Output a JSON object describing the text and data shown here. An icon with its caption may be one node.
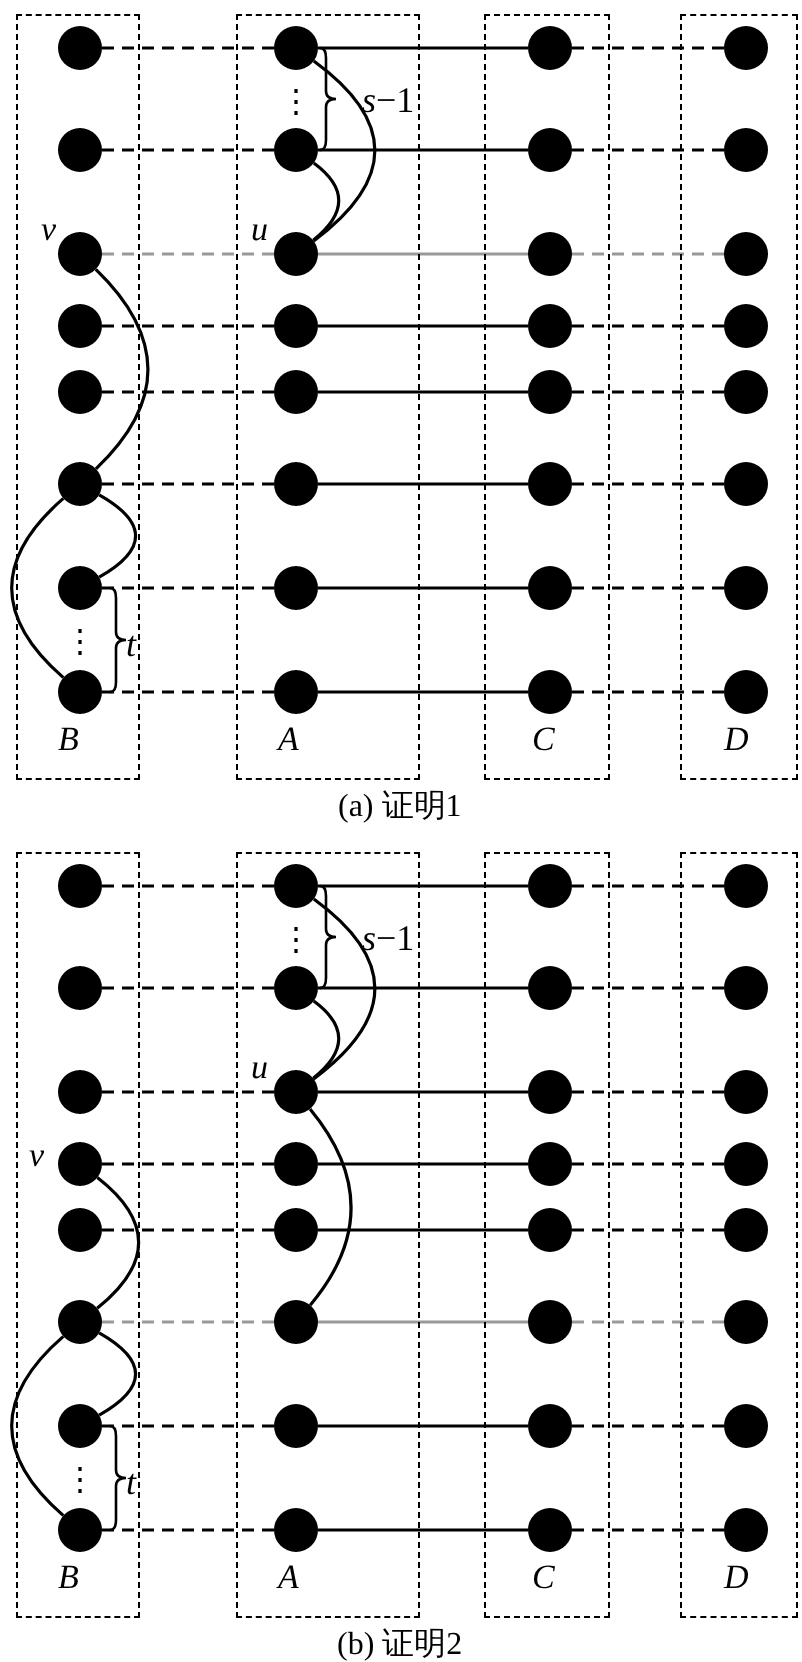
{
  "diagram": {
    "nodes": [
      {
        "text": [
          "B"
        ]
      },
      {
        "text": [],
        "shape": "circle",
        "in": 0
      },
      {
        "text": [],
        "shape": "circle",
        "in": 0
      },
      {
        "text": [],
        "shape": "circle",
        "in": 0,
        "beside": [
          "v"
        ]
      },
      {
        "text": [],
        "shape": "circle",
        "in": 0
      },
      {
        "text": [],
        "shape": "circle",
        "in": 0
      },
      {
        "text": [],
        "shape": "circle",
        "in": 0
      },
      {
        "text": [],
        "shape": "circle",
        "in": 0
      },
      {
        "text": [],
        "shape": "circle",
        "in": 0
      },
      {
        "text": [
          "A"
        ]
      },
      {
        "text": [],
        "shape": "circle",
        "in": 9
      },
      {
        "text": [],
        "shape": "circle",
        "in": 9
      },
      {
        "text": [],
        "shape": "circle",
        "in": 9,
        "beside": [
          "u"
        ]
      },
      {
        "text": [],
        "shape": "circle",
        "in": 9
      },
      {
        "text": [],
        "shape": "circle",
        "in": 9
      },
      {
        "text": [],
        "shape": "circle",
        "in": 9
      },
      {
        "text": [],
        "shape": "circle",
        "in": 9
      },
      {
        "text": [],
        "shape": "circle",
        "in": 9
      },
      {
        "text": [
          "C"
        ]
      },
      {
        "text": [],
        "shape": "circle",
        "in": 18
      },
      {
        "text": [],
        "shape": "circle",
        "in": 18
      },
      {
        "text": [],
        "shape": "circle",
        "in": 18
      },
      {
        "text": [],
        "shape": "circle",
        "in": 18
      },
      {
        "text": [],
        "shape": "circle",
        "in": 18
      },
      {
        "text": [],
        "shape": "circle",
        "in": 18
      },
      {
        "text": [],
        "shape": "circle",
        "in": 18
      },
      {
        "text": [],
        "shape": "circle",
        "in": 18
      },
      {
        "text": [
          "D"
        ]
      },
      {
        "text": [],
        "shape": "circle",
        "in": 27
      },
      {
        "text": [],
        "shape": "circle",
        "in": 27
      },
      {
        "text": [],
        "shape": "circle",
        "in": 27
      },
      {
        "text": [],
        "shape": "circle",
        "in": 27
      },
      {
        "text": [],
        "shape": "circle",
        "in": 27
      },
      {
        "text": [],
        "shape": "circle",
        "in": 27
      },
      {
        "text": [],
        "shape": "circle",
        "in": 27
      },
      {
        "text": [],
        "shape": "circle",
        "in": 27
      },
      {
        "text": [
          "B"
        ]
      },
      {
        "text": [],
        "shape": "circle",
        "in": 36
      },
      {
        "text": [],
        "shape": "circle",
        "in": 36
      },
      {
        "text": [],
        "shape": "circle",
        "in": 36
      },
      {
        "text": [],
        "shape": "circle",
        "in": 36,
        "beside": [
          "v"
        ]
      },
      {
        "text": [],
        "shape": "circle",
        "in": 36
      },
      {
        "text": [],
        "shape": "circle",
        "in": 36
      },
      {
        "text": [],
        "shape": "circle",
        "in": 36
      },
      {
        "text": [],
        "shape": "circle",
        "in": 36
      },
      {
        "text": [
          "A"
        ]
      },
      {
        "text": [],
        "shape": "circle",
        "in": 45
      },
      {
        "text": [],
        "shape": "circle",
        "in": 45
      },
      {
        "text": [],
        "shape": "circle",
        "in": 45,
        "beside": [
          "u"
        ]
      },
      {
        "text": [],
        "shape": "circle",
        "in": 45
      },
      {
        "text": [],
        "shape": "circle",
        "in": 45
      },
      {
        "text": [],
        "shape": "circle",
        "in": 45
      },
      {
        "text": [],
        "shape": "circle",
        "in": 45
      },
      {
        "text": [],
        "shape": "circle",
        "in": 45
      },
      {
        "text": [
          "C"
        ]
      },
      {
        "text": [],
        "shape": "circle",
        "in": 54
      },
      {
        "text": [],
        "shape": "circle",
        "in": 54
      },
      {
        "text": [],
        "shape": "circle",
        "in": 54
      },
      {
        "text": [],
        "shape": "circle",
        "in": 54
      },
      {
        "text": [],
        "shape": "circle",
        "in": 54
      },
      {
        "text": [],
        "shape": "circle",
        "in": 54
      },
      {
        "text": [],
        "shape": "circle",
        "in": 54
      },
      {
        "text": [],
        "shape": "circle",
        "in": 54
      },
      {
        "text": [
          "D"
        ]
      },
      {
        "text": [],
        "shape": "circle",
        "in": 63
      },
      {
        "text": [],
        "shape": "circle",
        "in": 63
      },
      {
        "text": [],
        "shape": "circle",
        "in": 63
      },
      {
        "text": [],
        "shape": "circle",
        "in": 63
      },
      {
        "text": [],
        "shape": "circle",
        "in": 63
      },
      {
        "text": [],
        "shape": "circle",
        "in": 63
      },
      {
        "text": [],
        "shape": "circle",
        "in": 63
      },
      {
        "text": [],
        "shape": "circle",
        "in": 63
      }
    ],
    "edges": [
      {
        "from": 1,
        "to": 10,
        "arrow": "none",
        "style": "dashed"
      },
      {
        "from": 10,
        "to": 19,
        "arrow": "none"
      },
      {
        "from": 19,
        "to": 28,
        "arrow": "none",
        "style": "dashed"
      },
      {
        "from": 2,
        "to": 11,
        "arrow": "none",
        "style": "dashed"
      },
      {
        "from": 11,
        "to": 20,
        "arrow": "none"
      },
      {
        "from": 20,
        "to": 29,
        "arrow": "none",
        "style": "dashed"
      },
      {
        "from": 3,
        "to": 12,
        "arrow": "none",
        "style": "dashed",
        "color": "#999999"
      },
      {
        "from": 12,
        "to": 21,
        "arrow": "none",
        "color": "#999999"
      },
      {
        "from": 21,
        "to": 30,
        "arrow": "none",
        "style": "dashed",
        "color": "#999999"
      },
      {
        "from": 4,
        "to": 13,
        "arrow": "none",
        "style": "dashed"
      },
      {
        "from": 13,
        "to": 22,
        "arrow": "none"
      },
      {
        "from": 22,
        "to": 31,
        "arrow": "none",
        "style": "dashed"
      },
      {
        "from": 5,
        "to": 14,
        "arrow": "none",
        "style": "dashed"
      },
      {
        "from": 14,
        "to": 23,
        "arrow": "none"
      },
      {
        "from": 23,
        "to": 32,
        "arrow": "none",
        "style": "dashed"
      },
      {
        "from": 6,
        "to": 15,
        "arrow": "none",
        "style": "dashed"
      },
      {
        "from": 15,
        "to": 24,
        "arrow": "none"
      },
      {
        "from": 24,
        "to": 33,
        "arrow": "none",
        "style": "dashed"
      },
      {
        "from": 7,
        "to": 16,
        "arrow": "none",
        "style": "dashed"
      },
      {
        "from": 16,
        "to": 25,
        "arrow": "none"
      },
      {
        "from": 25,
        "to": 34,
        "arrow": "none",
        "style": "dashed"
      },
      {
        "from": 8,
        "to": 17,
        "arrow": "none",
        "style": "dashed"
      },
      {
        "from": 17,
        "to": 26,
        "arrow": "none"
      },
      {
        "from": 26,
        "to": 35,
        "arrow": "none",
        "style": "dashed"
      },
      {
        "from": 10,
        "to": 12,
        "arrow": "none"
      },
      {
        "from": 11,
        "to": 12,
        "arrow": "none"
      },
      {
        "from": 3,
        "to": 6,
        "arrow": "none"
      },
      {
        "from": 6,
        "to": 7,
        "arrow": "none"
      },
      {
        "from": 6,
        "to": 8,
        "arrow": "none"
      },
      {
        "from": 37,
        "to": 46,
        "arrow": "none",
        "style": "dashed"
      },
      {
        "from": 46,
        "to": 55,
        "arrow": "none"
      },
      {
        "from": 55,
        "to": 64,
        "arrow": "none",
        "style": "dashed"
      },
      {
        "from": 38,
        "to": 47,
        "arrow": "none",
        "style": "dashed"
      },
      {
        "from": 47,
        "to": 56,
        "arrow": "none"
      },
      {
        "from": 56,
        "to": 65,
        "arrow": "none",
        "style": "dashed"
      },
      {
        "from": 39,
        "to": 48,
        "arrow": "none",
        "style": "dashed"
      },
      {
        "from": 48,
        "to": 57,
        "arrow": "none"
      },
      {
        "from": 57,
        "to": 66,
        "arrow": "none",
        "style": "dashed"
      },
      {
        "from": 40,
        "to": 49,
        "arrow": "none",
        "style": "dashed"
      },
      {
        "from": 49,
        "to": 58,
        "arrow": "none"
      },
      {
        "from": 58,
        "to": 67,
        "arrow": "none",
        "style": "dashed"
      },
      {
        "from": 41,
        "to": 50,
        "arrow": "none",
        "style": "dashed"
      },
      {
        "from": 50,
        "to": 59,
        "arrow": "none"
      },
      {
        "from": 59,
        "to": 68,
        "arrow": "none",
        "style": "dashed"
      },
      {
        "from": 42,
        "to": 51,
        "arrow": "none",
        "style": "dashed",
        "color": "#999999"
      },
      {
        "from": 51,
        "to": 60,
        "arrow": "none",
        "color": "#999999"
      },
      {
        "from": 60,
        "to": 69,
        "arrow": "none",
        "style": "dashed",
        "color": "#999999"
      },
      {
        "from": 43,
        "to": 52,
        "arrow": "none",
        "style": "dashed"
      },
      {
        "from": 52,
        "to": 61,
        "arrow": "none"
      },
      {
        "from": 61,
        "to": 70,
        "arrow": "none",
        "style": "dashed"
      },
      {
        "from": 44,
        "to": 53,
        "arrow": "none",
        "style": "dashed"
      },
      {
        "from": 53,
        "to": 62,
        "arrow": "none"
      },
      {
        "from": 62,
        "to": 71,
        "arrow": "none",
        "style": "dashed"
      },
      {
        "from": 46,
        "to": 48,
        "arrow": "none"
      },
      {
        "from": 47,
        "to": 48,
        "arrow": "none"
      },
      {
        "from": 48,
        "to": 51,
        "arrow": "none"
      },
      {
        "from": 40,
        "to": 42,
        "arrow": "none"
      },
      {
        "from": 42,
        "to": 43,
        "arrow": "none"
      },
      {
        "from": 42,
        "to": 44,
        "arrow": "none"
      }
    ],
    "labels": [
      "⋮",
      "*s*−1",
      "⋮",
      "*t*",
      "(a) 证明1",
      "⋮",
      "*s*−1",
      "⋮",
      "*t*",
      "(b) 证明2"
    ]
  }
}
